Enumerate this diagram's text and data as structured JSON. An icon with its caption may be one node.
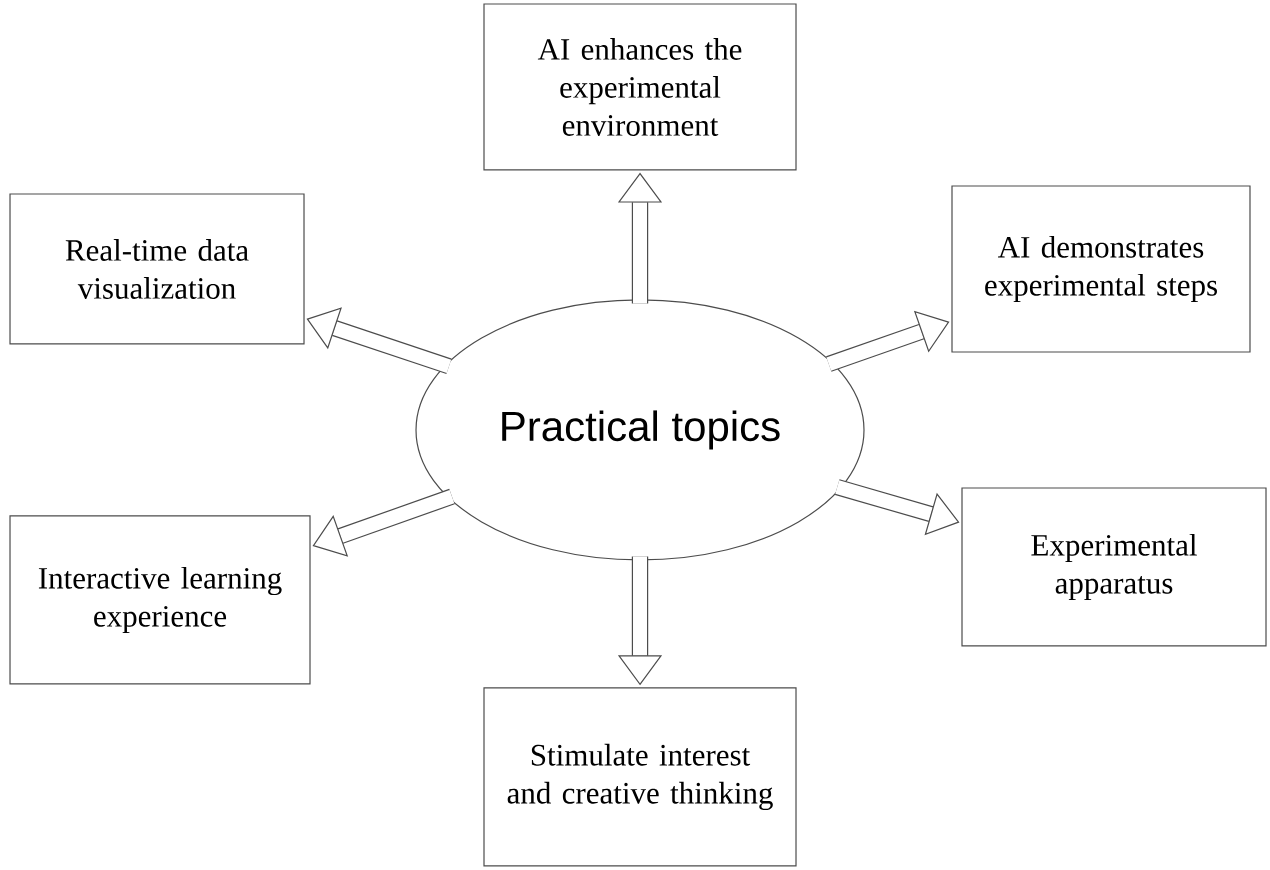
{
  "diagram": {
    "nodes": [
      {
        "text": [
          "AI enhances the experimental environment"
        ]
      },
      {
        "text": [
          "Real-time data visualization"
        ]
      },
      {
        "text": [
          "AI demonstrates experimental steps"
        ]
      },
      {
        "text": [
          "Practical topics"
        ]
      },
      {
        "text": [
          "Interactive learning experience"
        ]
      },
      {
        "text": [
          "Experimental apparatus"
        ]
      },
      {
        "text": [
          "Stimulate interest and creative thinking"
        ]
      }
    ],
    "edges": [
      {
        "from": 3,
        "to": 0,
        "arrow": "to"
      },
      {
        "from": 3,
        "to": 1,
        "arrow": "to"
      },
      {
        "from": 3,
        "to": 2,
        "arrow": "to"
      },
      {
        "from": 3,
        "to": 4,
        "arrow": "to"
      },
      {
        "from": 3,
        "to": 5,
        "arrow": "to"
      },
      {
        "from": 3,
        "to": 6,
        "arrow": "to"
      }
    ]
  }
}
